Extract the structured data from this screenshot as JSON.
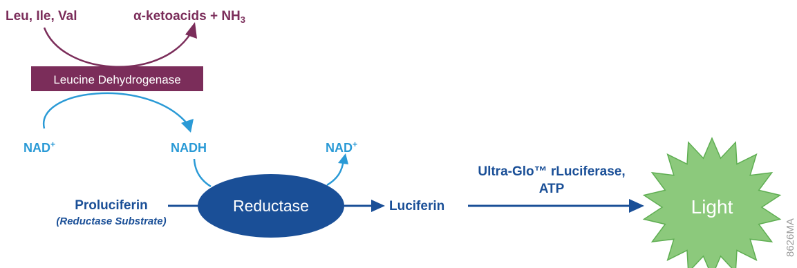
{
  "colors": {
    "purple": "#7b2d5a",
    "light_blue": "#2a9ad6",
    "dark_blue": "#1a4f97",
    "light_green": "#8cc97c",
    "green_stroke": "#5fae52",
    "white": "#ffffff",
    "gray": "#9a9a9a"
  },
  "substrates": "Leu, Ile, Val",
  "products": {
    "text": "α-ketoacids + NH",
    "subscript": "3"
  },
  "enzyme_box": "Leucine Dehydrogenase",
  "cofactors": {
    "nad_left": "NAD",
    "nadh": "NADH",
    "nad_right": "NAD",
    "plus": "+"
  },
  "proluciferin": "Proluciferin",
  "proluciferin_note": "(Reductase Substrate)",
  "reductase": "Reductase",
  "luciferin": "Luciferin",
  "luciferase_line1": "Ultra-Glo™ rLuciferase,",
  "luciferase_line2": "ATP",
  "light": "Light",
  "figure_code": "8626MA"
}
